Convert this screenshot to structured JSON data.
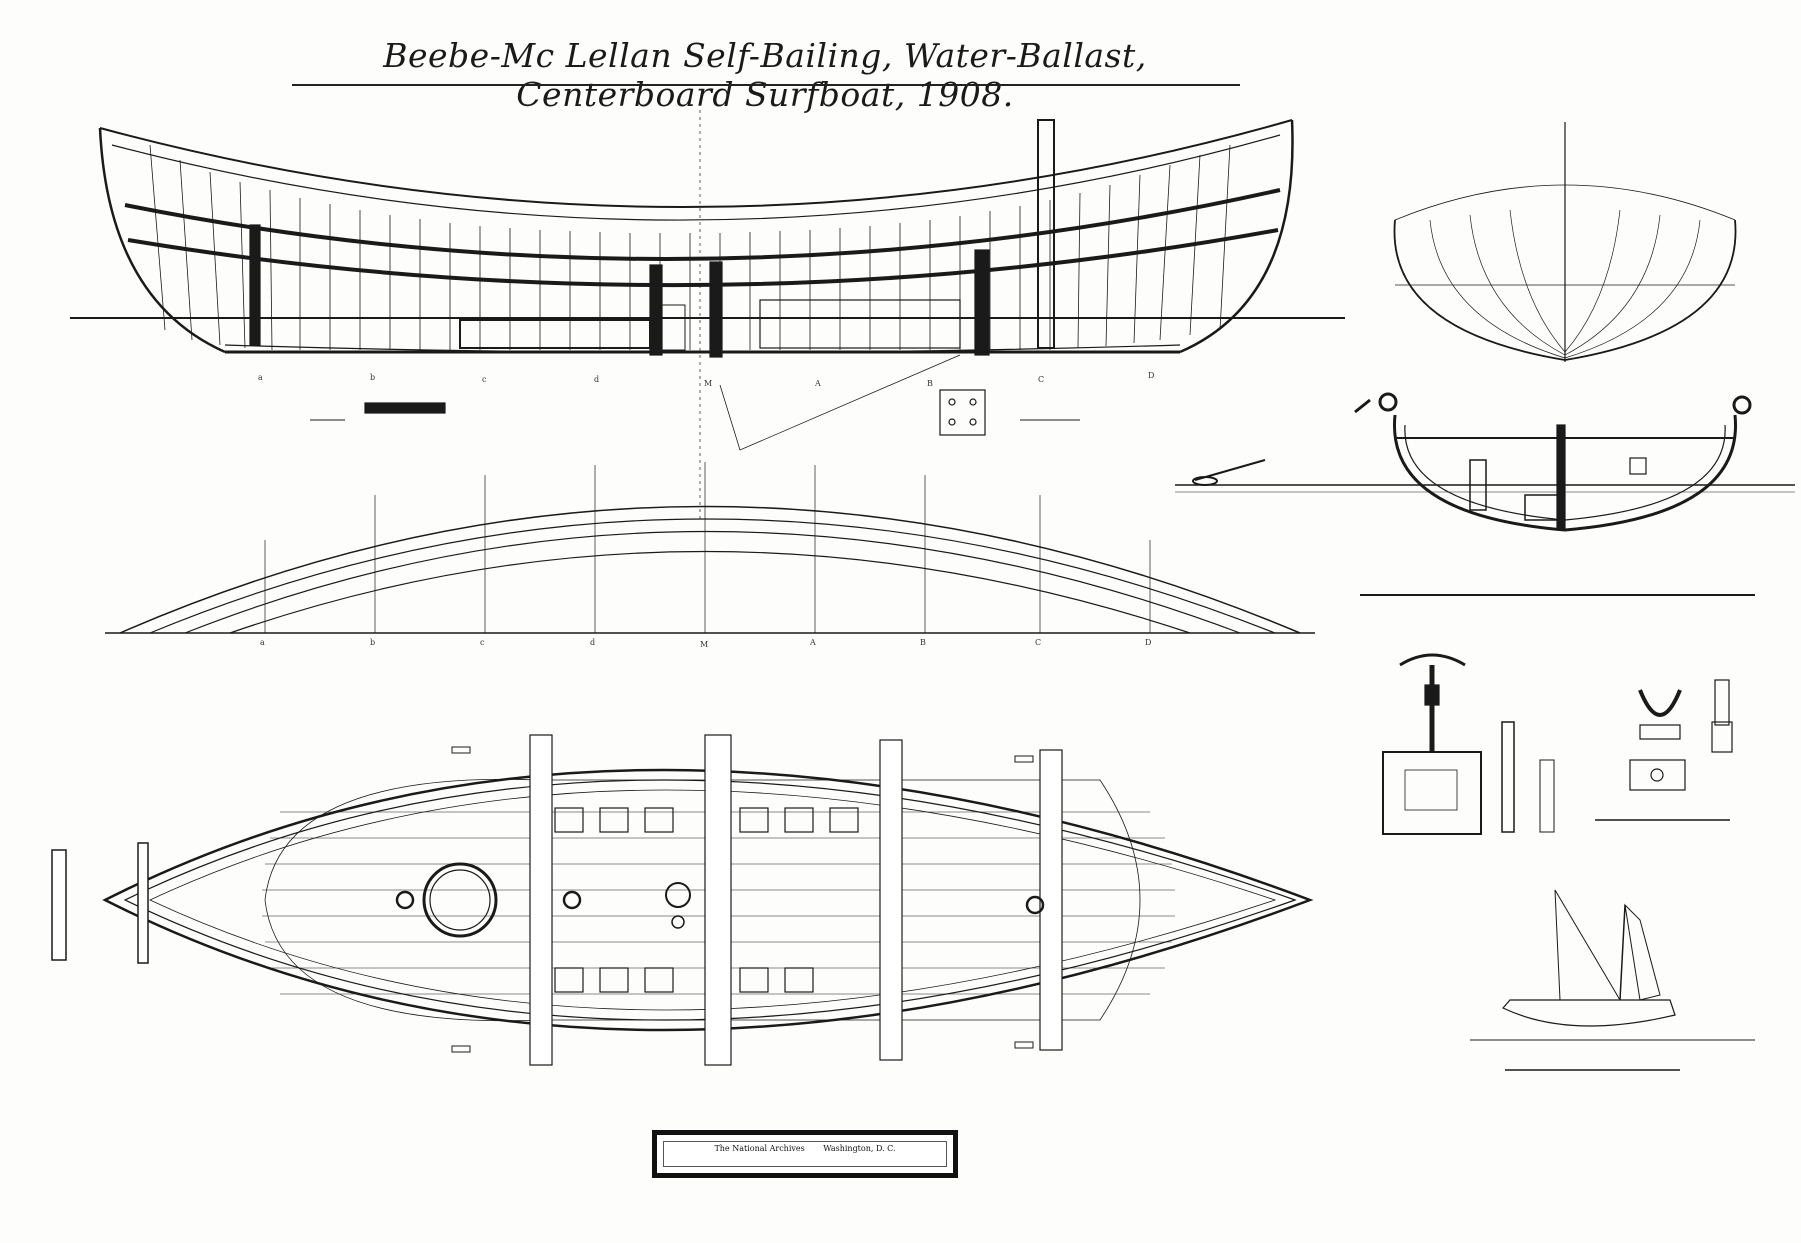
{
  "title": "Beebe-Mc Lellan Self-Bailing, Water-Ballast, Centerboard Surfboat, 1908.",
  "archive_label": {
    "name": "The National Archives",
    "location": "Washington, D. C."
  },
  "station_labels": [
    "a",
    "b",
    "c",
    "d",
    "M",
    "A",
    "B",
    "C",
    "D"
  ],
  "colors": {
    "ink": "#1a1a1a",
    "paper": "#fdfdfb"
  }
}
